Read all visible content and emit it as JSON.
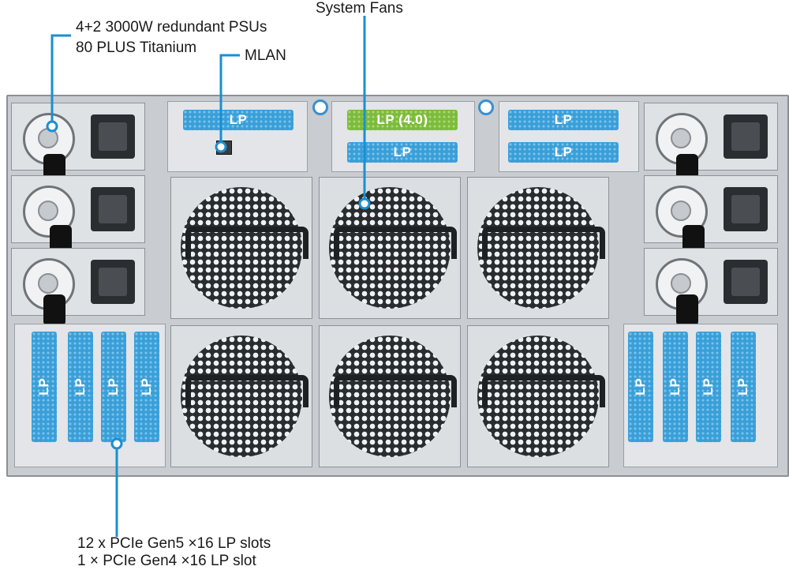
{
  "callouts": {
    "psu_line1": "4+2 3000W redundant PSUs",
    "psu_line2": "80 PLUS Titanium",
    "mlan": "MLAN",
    "system_fans": "System Fans",
    "pcie_line1": "12 x PCIe Gen5 ×16 LP slots",
    "pcie_line2": "1 × PCIe Gen4 ×16 LP slot"
  },
  "slots": {
    "top_left": "LP",
    "top_center_green": "LP (4.0)",
    "top_center_lower": "LP",
    "top_right_upper": "LP",
    "top_right_lower": "LP",
    "bottom_left": [
      "LP",
      "LP",
      "LP",
      "LP"
    ],
    "bottom_right": [
      "LP",
      "LP",
      "LP",
      "LP"
    ]
  },
  "colors": {
    "leader_line": "#1a8fd0",
    "lp_blue": "#3a9fd8",
    "lp_green": "#7dbb3a"
  }
}
